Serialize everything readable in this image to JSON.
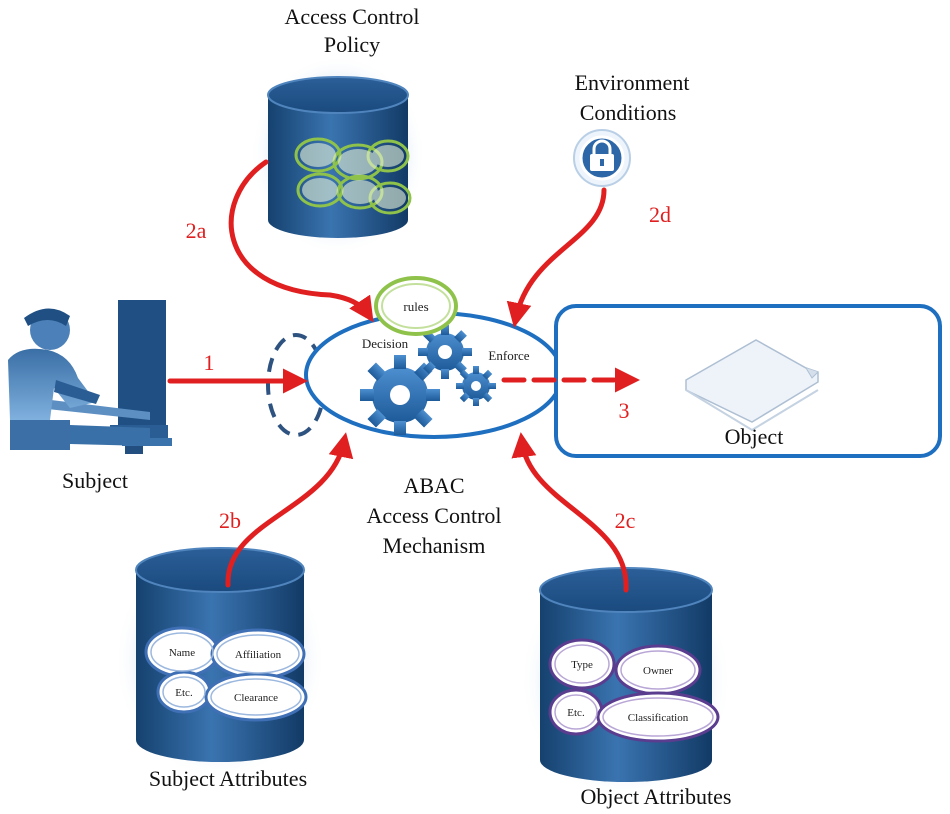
{
  "labels": {
    "policy_line1": "Access Control",
    "policy_line2": "Policy",
    "env_line1": "Environment",
    "env_line2": "Conditions",
    "subject": "Subject",
    "object": "Object",
    "abac_line1": "ABAC",
    "abac_line2": "Access Control",
    "abac_line3": "Mechanism",
    "subject_attributes": "Subject Attributes",
    "object_attributes": "Object Attributes"
  },
  "mechanism": {
    "rules": "rules",
    "decision": "Decision",
    "enforce": "Enforce"
  },
  "steps": {
    "s1": "1",
    "s2a": "2a",
    "s2b": "2b",
    "s2c": "2c",
    "s2d": "2d",
    "s3": "3"
  },
  "subject_attr_items": {
    "name": "Name",
    "affiliation": "Affiliation",
    "etc": "Etc.",
    "clearance": "Clearance"
  },
  "object_attr_items": {
    "type": "Type",
    "owner": "Owner",
    "etc": "Etc.",
    "classification": "Classification"
  },
  "colors": {
    "arrow": "#e02020",
    "mechanism_border": "#1f6fc0",
    "db_dark": "#15416e",
    "db_light": "#5b8fc4",
    "policy_rings": "#8fc24a",
    "subject_rings": "#3f6fb5",
    "object_rings": "#5a3d8f"
  }
}
